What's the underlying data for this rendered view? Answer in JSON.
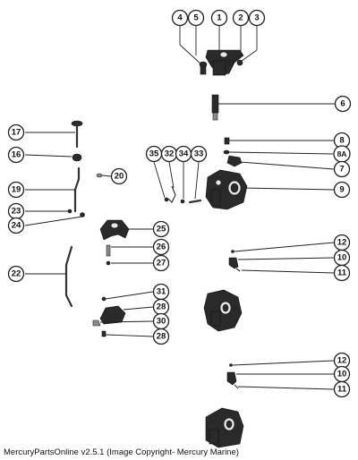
{
  "footer": {
    "caption": "MercuryPartsOnline v2.5.1 (Image Copyright- Mercury Marine)"
  },
  "callouts": {
    "c1": "1",
    "c2": "2",
    "c3": "3",
    "c4": "4",
    "c5": "5",
    "c6": "6",
    "c8": "8",
    "c8a": "8A",
    "c7": "7",
    "c9": "9",
    "c17": "17",
    "c16": "16",
    "c20": "20",
    "c19": "19",
    "c23": "23",
    "c24": "24",
    "c35": "35",
    "c32": "32",
    "c34": "34",
    "c33": "33",
    "c25": "25",
    "c26": "26",
    "c27": "27",
    "c22": "22",
    "c12a": "12",
    "c10a": "10",
    "c11a": "11",
    "c31": "31",
    "c28a": "28",
    "c30": "30",
    "c28b": "28",
    "c12b": "12",
    "c10b": "10",
    "c11b": "11"
  }
}
